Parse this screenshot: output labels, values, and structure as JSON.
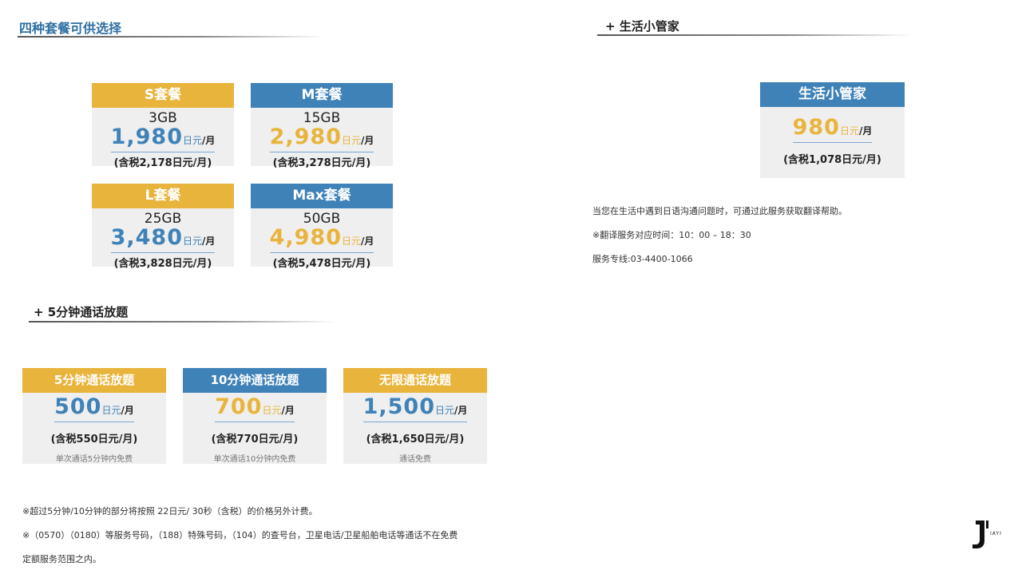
{
  "left_section": {
    "title": "四种套餐可供选择",
    "plans": [
      {
        "name": "S套餐",
        "data": "3GB",
        "price": "1,980",
        "unit": "日元",
        "per": "/月",
        "tax": "(含税2,178日元/月)",
        "header_color": "#e9b43c",
        "price_color": "#3f82b8"
      },
      {
        "name": "M套餐",
        "data": "15GB",
        "price": "2,980",
        "unit": "日元",
        "per": "/月",
        "tax": "(含税3,278日元/月)",
        "header_color": "#3f82b8",
        "price_color": "#e9b43c"
      },
      {
        "name": "L套餐",
        "data": "25GB",
        "price": "3,480",
        "unit": "日元",
        "per": "/月",
        "tax": "(含税3,828日元/月)",
        "header_color": "#e9b43c",
        "price_color": "#3f82b8"
      },
      {
        "name": "Max套餐",
        "data": "50GB",
        "price": "4,980",
        "unit": "日元",
        "per": "/月",
        "tax": "(含税5,478日元/月)",
        "header_color": "#3f82b8",
        "price_color": "#e9b43c"
      }
    ]
  },
  "call_section": {
    "title": "+ 5分钟通话放题",
    "plans": [
      {
        "name": "5分钟通话放题",
        "price": "500",
        "unit": "日元",
        "per": "/月",
        "tax": "(含税550日元/月)",
        "note": "单次通话5分钟内免费"
      },
      {
        "name": "10分钟通话放题",
        "price": "700",
        "unit": "日元",
        "per": "/月",
        "tax": "(含税770日元/月)",
        "note": "单次通话10分钟内免费"
      },
      {
        "name": "无限通话放题",
        "price": "1,500",
        "unit": "日元",
        "per": "/月",
        "tax": "(含税1,650日元/月)",
        "note": "通话免费"
      }
    ],
    "footnotes": [
      "※超过5分钟/10分钟的部分将按照 22日元/ 30秒（含税）的价格另外计费。",
      "※（0570）（0180）等服务号码，（188）特殊号码，（104）的查号台，卫星电话/卫星船舶电话等通话不在免费",
      "定额服务范围之内。"
    ]
  },
  "right_section": {
    "title": "+ 生活小管家",
    "card": {
      "name": "生活小管家",
      "price": "980",
      "unit": "日元",
      "per": "/月",
      "tax": "(含税1,078日元/月)"
    },
    "lines": [
      "当您在生活中遇到日语沟通问题时，可通过此服务获取翻译帮助。",
      "※翻译服务对应时间：10：00 – 18：30",
      "服务专线:03-4400-1066"
    ]
  },
  "logo": {
    "letter": "J",
    "text": "IAYI"
  }
}
